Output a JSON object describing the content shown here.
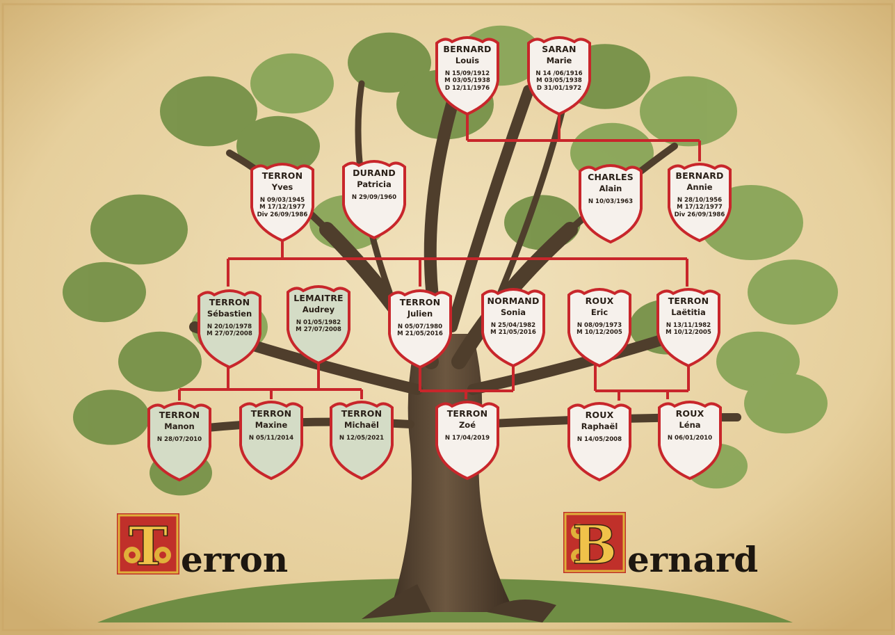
{
  "colors": {
    "parchment": "#ecd9ad",
    "frame": "#c8262b",
    "shield_white": "#f6f1ec",
    "shield_green": "#d4dcc6",
    "trunk": "#5a4633",
    "foliage": "#7d9a4e",
    "ground": "#6f8d44",
    "initial_gold": "#e0b03a",
    "initial_red": "#c0302a"
  },
  "people": [
    {
      "id": "bernard-louis",
      "surname": "BERNARD",
      "first": "Louis",
      "dates": "N 15/09/1912\nM 03/05/1938\nD 12/11/1976",
      "shade": "white"
    },
    {
      "id": "saran-marie",
      "surname": "SARAN",
      "first": "Marie",
      "dates": "N 14 /06/1916\nM 03/05/1938\nD 31/01/1972",
      "shade": "white"
    },
    {
      "id": "terron-yves",
      "surname": "TERRON",
      "first": "Yves",
      "dates": "N 09/03/1945\nM 17/12/1977\nDiv 26/09/1986",
      "shade": "white"
    },
    {
      "id": "durand-patricia",
      "surname": "DURAND",
      "first": "Patricia",
      "dates": "N 29/09/1960",
      "shade": "white"
    },
    {
      "id": "charles-alain",
      "surname": "CHARLES",
      "first": "Alain",
      "dates": "N 10/03/1963",
      "shade": "white"
    },
    {
      "id": "bernard-annie",
      "surname": "BERNARD",
      "first": "Annie",
      "dates": "N 28/10/1956\nM 17/12/1977\nDiv 26/09/1986",
      "shade": "white"
    },
    {
      "id": "terron-sebastien",
      "surname": "TERRON",
      "first": "Sébastien",
      "dates": "N 20/10/1978\nM 27/07/2008",
      "shade": "green"
    },
    {
      "id": "lemaitre-audrey",
      "surname": "LEMAITRE",
      "first": "Audrey",
      "dates": "N 01/05/1982\nM 27/07/2008",
      "shade": "green"
    },
    {
      "id": "terron-julien",
      "surname": "TERRON",
      "first": "Julien",
      "dates": "N 05/07/1980\nM 21/05/2016",
      "shade": "white"
    },
    {
      "id": "normand-sonia",
      "surname": "NORMAND",
      "first": "Sonia",
      "dates": "N 25/04/1982\nM 21/05/2016",
      "shade": "white"
    },
    {
      "id": "roux-eric",
      "surname": "ROUX",
      "first": "Eric",
      "dates": "N 08/09/1973\nM 10/12/2005",
      "shade": "white"
    },
    {
      "id": "terron-laetitia",
      "surname": "TERRON",
      "first": "Laëtitia",
      "dates": "N 13/11/1982\nM 10/12/2005",
      "shade": "white"
    },
    {
      "id": "terron-manon",
      "surname": "TERRON",
      "first": "Manon",
      "dates": "N 28/07/2010",
      "shade": "green"
    },
    {
      "id": "terron-maxine",
      "surname": "TERRON",
      "first": "Maxine",
      "dates": "N 05/11/2014",
      "shade": "green"
    },
    {
      "id": "terron-michael",
      "surname": "TERRON",
      "first": "Michaël",
      "dates": "N 12/05/2021",
      "shade": "green"
    },
    {
      "id": "terron-zoe",
      "surname": "TERRON",
      "first": "Zoé",
      "dates": "N 17/04/2019",
      "shade": "white"
    },
    {
      "id": "roux-raphael",
      "surname": "ROUX",
      "first": "Raphaël",
      "dates": "N 14/05/2008",
      "shade": "white"
    },
    {
      "id": "roux-lena",
      "surname": "ROUX",
      "first": "Léna",
      "dates": "N 06/01/2010",
      "shade": "white"
    }
  ],
  "family_names": {
    "left": {
      "initial": "T",
      "rest": "erron"
    },
    "right": {
      "initial": "B",
      "rest": "ernard"
    }
  }
}
